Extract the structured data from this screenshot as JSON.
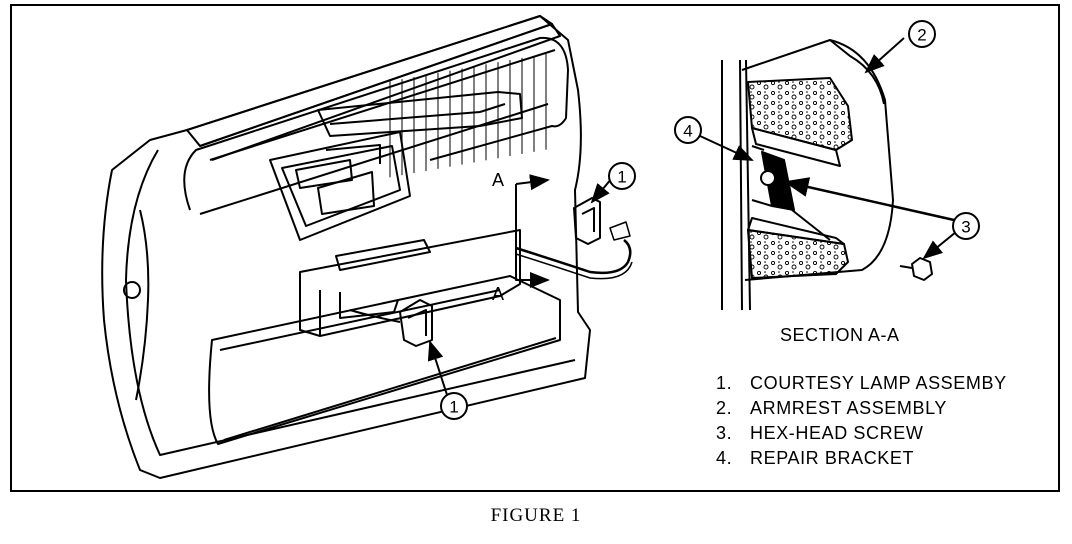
{
  "callouts": {
    "courtesy_lamp_top": "1",
    "courtesy_lamp_bottom": "1",
    "armrest": "2",
    "screw": "3",
    "bracket": "4"
  },
  "section_marks": {
    "upper": "A",
    "lower": "A"
  },
  "section_title": "SECTION A-A",
  "legend": [
    {
      "num": "1.",
      "text": "COURTESY LAMP ASSEMBY"
    },
    {
      "num": "2.",
      "text": "ARMREST ASSEMBLY"
    },
    {
      "num": "3.",
      "text": "HEX-HEAD SCREW"
    },
    {
      "num": "4.",
      "text": "REPAIR BRACKET"
    }
  ],
  "caption": "FIGURE 1"
}
